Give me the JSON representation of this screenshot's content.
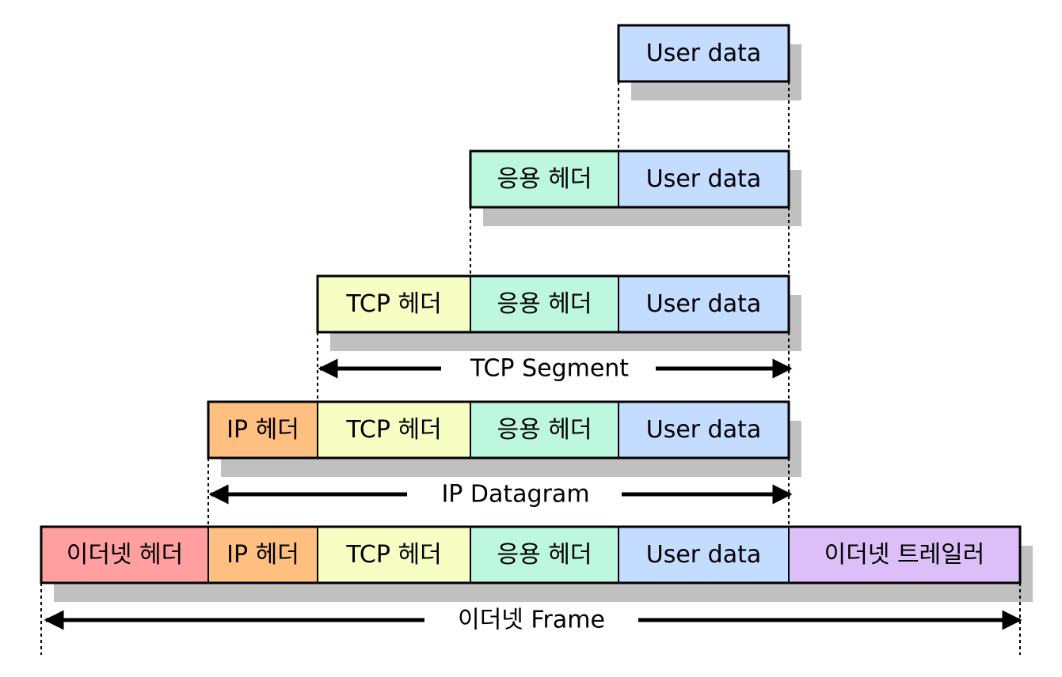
{
  "colors": {
    "user_data": "#c4dcff",
    "app_header": "#bef7e0",
    "tcp_header": "#f6fec4",
    "ip_header": "#ffbf80",
    "eth_header": "#ff9f9f",
    "eth_trailer": "#dcbff8",
    "shadow": "#c0c0c0",
    "border": "#000000"
  },
  "rows": [
    {
      "cells": [
        {
          "id": "user-data",
          "label": "User data"
        }
      ]
    },
    {
      "cells": [
        {
          "id": "app-header",
          "label": "응용 헤더"
        },
        {
          "id": "user-data",
          "label": "User data"
        }
      ]
    },
    {
      "cells": [
        {
          "id": "tcp-header",
          "label": "TCP 헤더"
        },
        {
          "id": "app-header",
          "label": "응용 헤더"
        },
        {
          "id": "user-data",
          "label": "User data"
        }
      ]
    },
    {
      "cells": [
        {
          "id": "ip-header",
          "label": "IP 헤더"
        },
        {
          "id": "tcp-header",
          "label": "TCP 헤더"
        },
        {
          "id": "app-header",
          "label": "응용 헤더"
        },
        {
          "id": "user-data",
          "label": "User data"
        }
      ]
    },
    {
      "cells": [
        {
          "id": "eth-header",
          "label": "이더넷 헤더"
        },
        {
          "id": "ip-header",
          "label": "IP 헤더"
        },
        {
          "id": "tcp-header",
          "label": "TCP 헤더"
        },
        {
          "id": "app-header",
          "label": "응용 헤더"
        },
        {
          "id": "user-data",
          "label": "User data"
        },
        {
          "id": "eth-trailer",
          "label": "이더넷 트레일러"
        }
      ]
    }
  ],
  "spans": [
    {
      "id": "tcp-segment",
      "label": "TCP Segment"
    },
    {
      "id": "ip-datagram",
      "label": "IP Datagram"
    },
    {
      "id": "ethernet-frame",
      "label": "이더넷 Frame"
    }
  ]
}
